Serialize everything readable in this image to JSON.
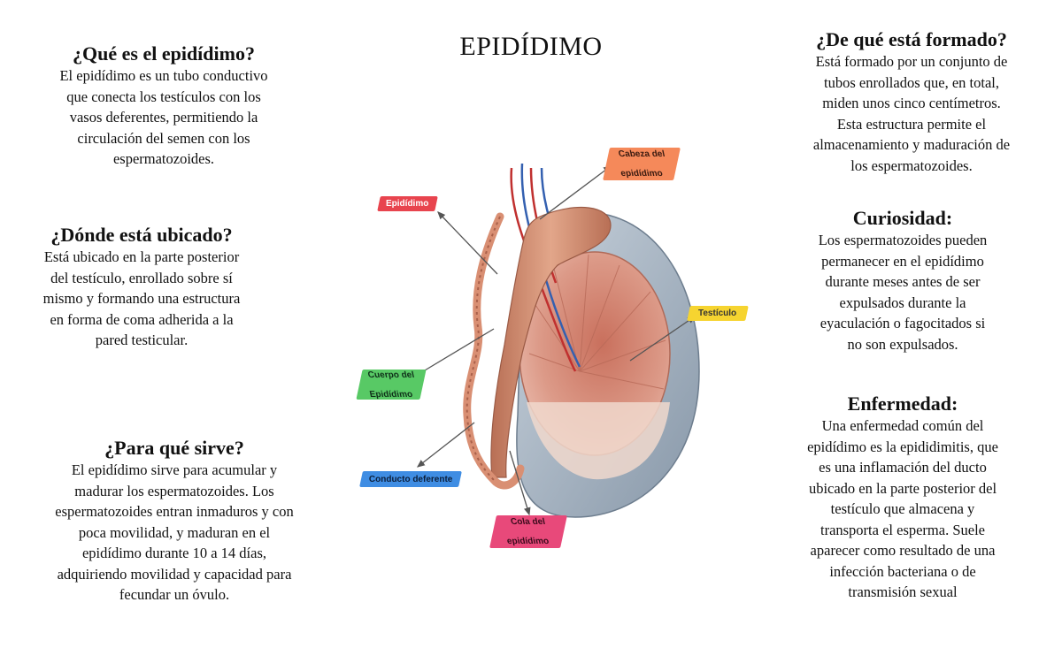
{
  "title": "EPIDÍDIMO",
  "sections": {
    "que_es": {
      "heading": "¿Qué es el epidídimo?",
      "lines": [
        "El epidídimo es un tubo conductivo",
        "que conecta los testículos con los",
        "vasos deferentes, permitiendo la",
        "circulación del semen con los",
        "espermatozoides."
      ]
    },
    "donde": {
      "heading": "¿Dónde está ubicado?",
      "lines": [
        "Está ubicado en la parte posterior",
        "del testículo, enrollado sobre sí",
        "mismo y formando una estructura",
        "en forma de coma adherida a la",
        "pared testicular."
      ]
    },
    "para_que": {
      "heading": "¿Para qué sirve?",
      "lines": [
        "El epidídimo sirve para acumular y",
        "madurar los espermatozoides. Los",
        "espermatozoides entran inmaduros y con",
        "poca movilidad, y maduran en el",
        "epidídimo durante 10 a 14 días,",
        "adquiriendo movilidad y capacidad para",
        "fecundar un óvulo."
      ]
    },
    "formado": {
      "heading": "¿De qué está formado?",
      "lines": [
        "Está formado por un conjunto de",
        "tubos enrollados que, en total,",
        "miden unos cinco centímetros.",
        "Esta estructura permite el",
        "almacenamiento y maduración de",
        "los espermatozoides."
      ]
    },
    "curiosidad": {
      "heading": "Curiosidad:",
      "lines": [
        "Los espermatozoides pueden",
        "permanecer en el epidídimo",
        "durante meses antes de ser",
        "expulsados durante la",
        "eyaculación o fagocitados si",
        "no son expulsados."
      ]
    },
    "enfermedad": {
      "heading": "Enfermedad:",
      "lines": [
        "Una enfermedad común del",
        "epidídimo es la epididimitis, que",
        "es una inflamación del ducto",
        "ubicado en la parte posterior del",
        "testículo que almacena y",
        "transporta el esperma. Suele",
        "aparecer como resultado de una",
        "infección bacteriana o de",
        "transmisión sexual"
      ]
    }
  },
  "diagram_labels": {
    "cabeza": [
      "Cabeza del",
      "epidídimo"
    ],
    "epididimo": [
      "Epidídimo"
    ],
    "testiculo": [
      "Testículo"
    ],
    "cuerpo": [
      "Cuerpo del",
      "Epidídimo"
    ],
    "conducto": [
      "Conducto deferente"
    ],
    "cola": [
      "Cola del",
      "epidídimo"
    ]
  }
}
